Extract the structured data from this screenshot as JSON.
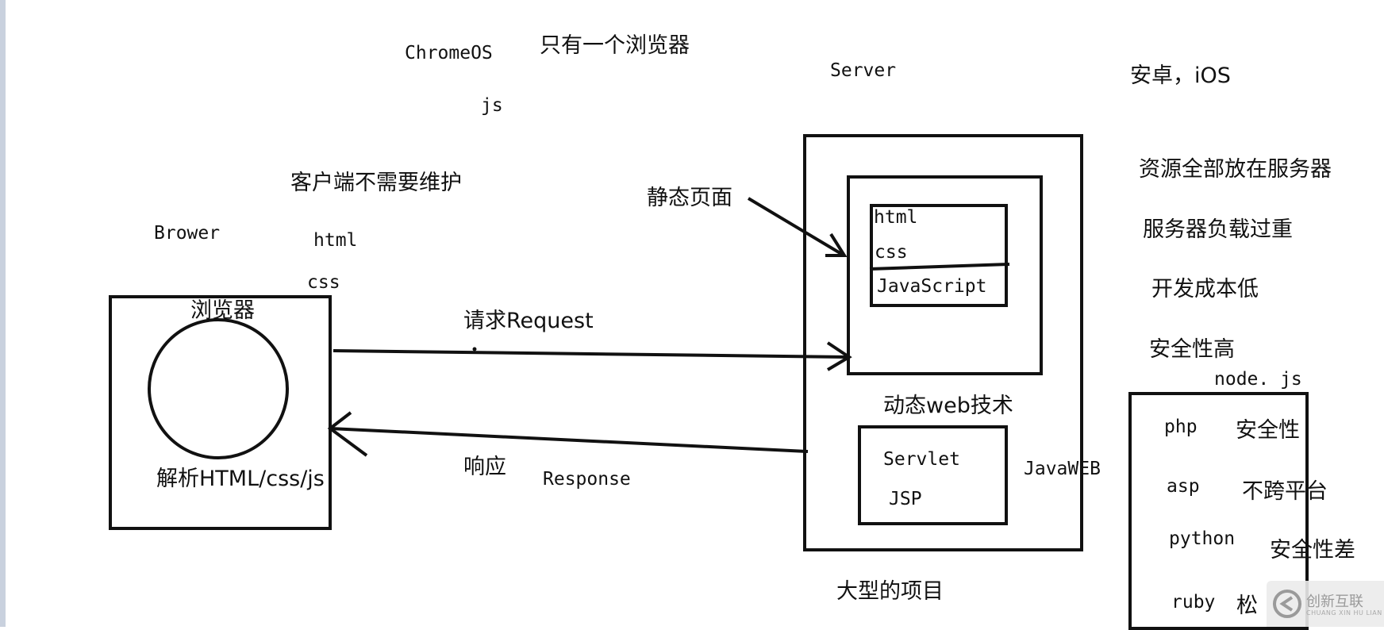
{
  "labels": {
    "chromeos": "ChromeOS",
    "only_one_browser": "只有一个浏览器",
    "js": "js",
    "server": "Server",
    "android_ios": "安卓，iOS",
    "client_no_maintain": "客户端不需要维护",
    "brower": "Brower",
    "html_left": "html",
    "css_left": "css",
    "static_page": "静态页面",
    "resources_on_server": "资源全部放在服务器",
    "server_overload": "服务器负载过重",
    "low_dev_cost": "开发成本低",
    "high_security": "安全性高",
    "nodejs": "node. js",
    "browser_cn": "浏览器",
    "parse_html": "解析HTML/css/js",
    "request": "请求Request",
    "response_cn": "响应",
    "response": "Response",
    "static_html": "html",
    "static_css": "css",
    "static_javascript": "JavaScript",
    "dynamic_web": "动态web技术",
    "servlet": "Servlet",
    "jsp": "JSP",
    "javaweb": "JavaWEB",
    "large_project": "大型的项目",
    "php": "php",
    "php_note": "安全性",
    "asp": "asp",
    "asp_note": "不跨平台",
    "python": "python",
    "python_note": "安全性差",
    "ruby": "ruby",
    "ruby_note": "松"
  },
  "watermark": {
    "text": "创新互联",
    "sub": "CHUANG XIN HU LIAN"
  },
  "colors": {
    "ink": "#111111",
    "edge": "#c9d1de"
  }
}
